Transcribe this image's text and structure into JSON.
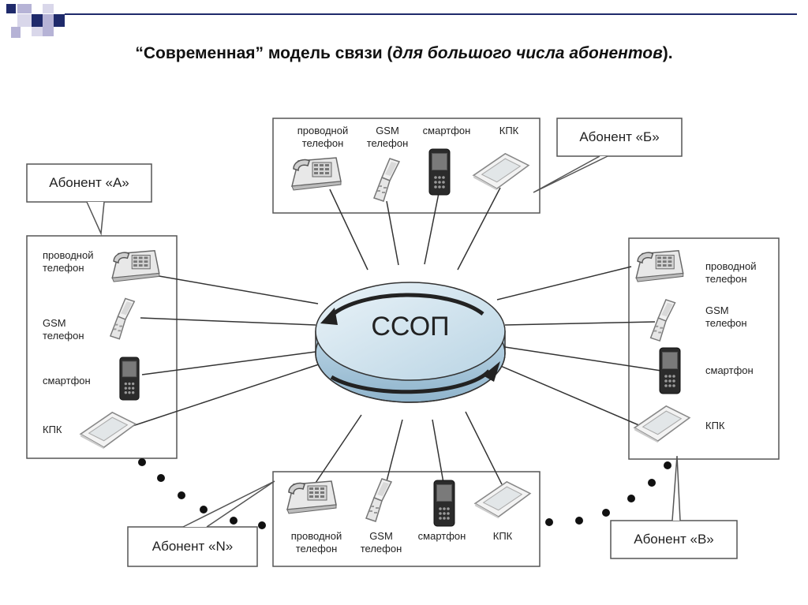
{
  "title": {
    "part1": "“Современная” модель связи (",
    "italic": "для большого числа абонентов",
    "part2": ")."
  },
  "hub": {
    "label": "ССОП"
  },
  "devices": {
    "wired_phone": "проводной телефон",
    "gsm_phone": "GSM телефон",
    "smartphone": "смартфон",
    "pda": "КПК"
  },
  "subscribers": {
    "a": "Абонент «А»",
    "b": "Абонент «Б»",
    "v": "Абонент «В»",
    "n": "Абонент «N»"
  },
  "colors": {
    "deco_navy": "#1f2a6b",
    "deco_lavender": "#b6b3d6",
    "hub_fill": "#cfe3ef"
  }
}
